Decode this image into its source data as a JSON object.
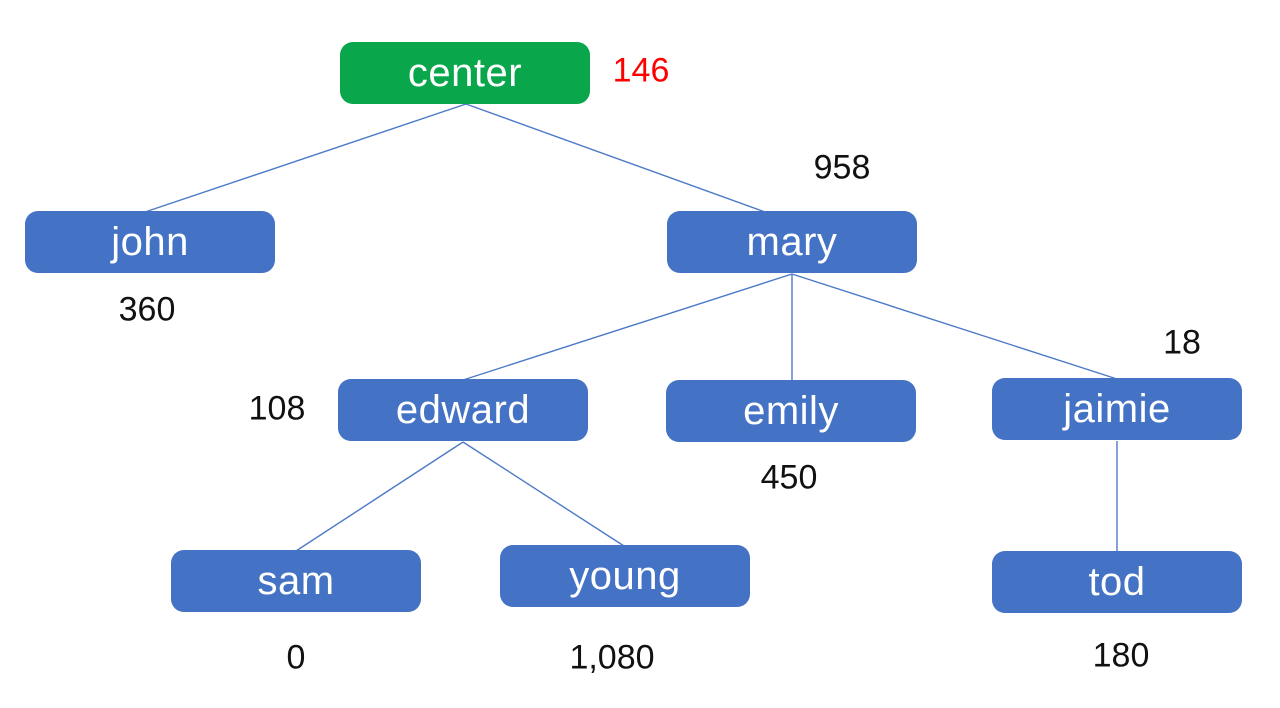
{
  "diagram": {
    "type": "tree",
    "title": "",
    "colors": {
      "node_blue": "#4472c4",
      "node_green": "#0aa64c",
      "value_red": "#ff0000",
      "value_black": "#111111",
      "connector_blue": "#4d79c7",
      "background": "#ffffff"
    },
    "nodes": [
      {
        "id": "center",
        "label": "center",
        "value": "146",
        "node_color": "green",
        "value_color": "red",
        "value_position": "right"
      },
      {
        "id": "john",
        "label": "john",
        "value": "360",
        "node_color": "blue",
        "value_color": "black",
        "value_position": "below"
      },
      {
        "id": "mary",
        "label": "mary",
        "value": "958",
        "node_color": "blue",
        "value_color": "black",
        "value_position": "above-right"
      },
      {
        "id": "edward",
        "label": "edward",
        "value": "108",
        "node_color": "blue",
        "value_color": "black",
        "value_position": "left"
      },
      {
        "id": "emily",
        "label": "emily",
        "value": "450",
        "node_color": "blue",
        "value_color": "black",
        "value_position": "below"
      },
      {
        "id": "jaimie",
        "label": "jaimie",
        "value": "18",
        "node_color": "blue",
        "value_color": "black",
        "value_position": "above-right"
      },
      {
        "id": "sam",
        "label": "sam",
        "value": "0",
        "node_color": "blue",
        "value_color": "black",
        "value_position": "below"
      },
      {
        "id": "young",
        "label": "young",
        "value": "1,080",
        "node_color": "blue",
        "value_color": "black",
        "value_position": "below"
      },
      {
        "id": "tod",
        "label": "tod",
        "value": "180",
        "node_color": "blue",
        "value_color": "black",
        "value_position": "below"
      }
    ],
    "edges": [
      {
        "from": "center",
        "to": "john"
      },
      {
        "from": "center",
        "to": "mary"
      },
      {
        "from": "mary",
        "to": "edward"
      },
      {
        "from": "mary",
        "to": "emily"
      },
      {
        "from": "mary",
        "to": "jaimie"
      },
      {
        "from": "edward",
        "to": "sam"
      },
      {
        "from": "edward",
        "to": "young"
      },
      {
        "from": "jaimie",
        "to": "tod"
      }
    ]
  }
}
